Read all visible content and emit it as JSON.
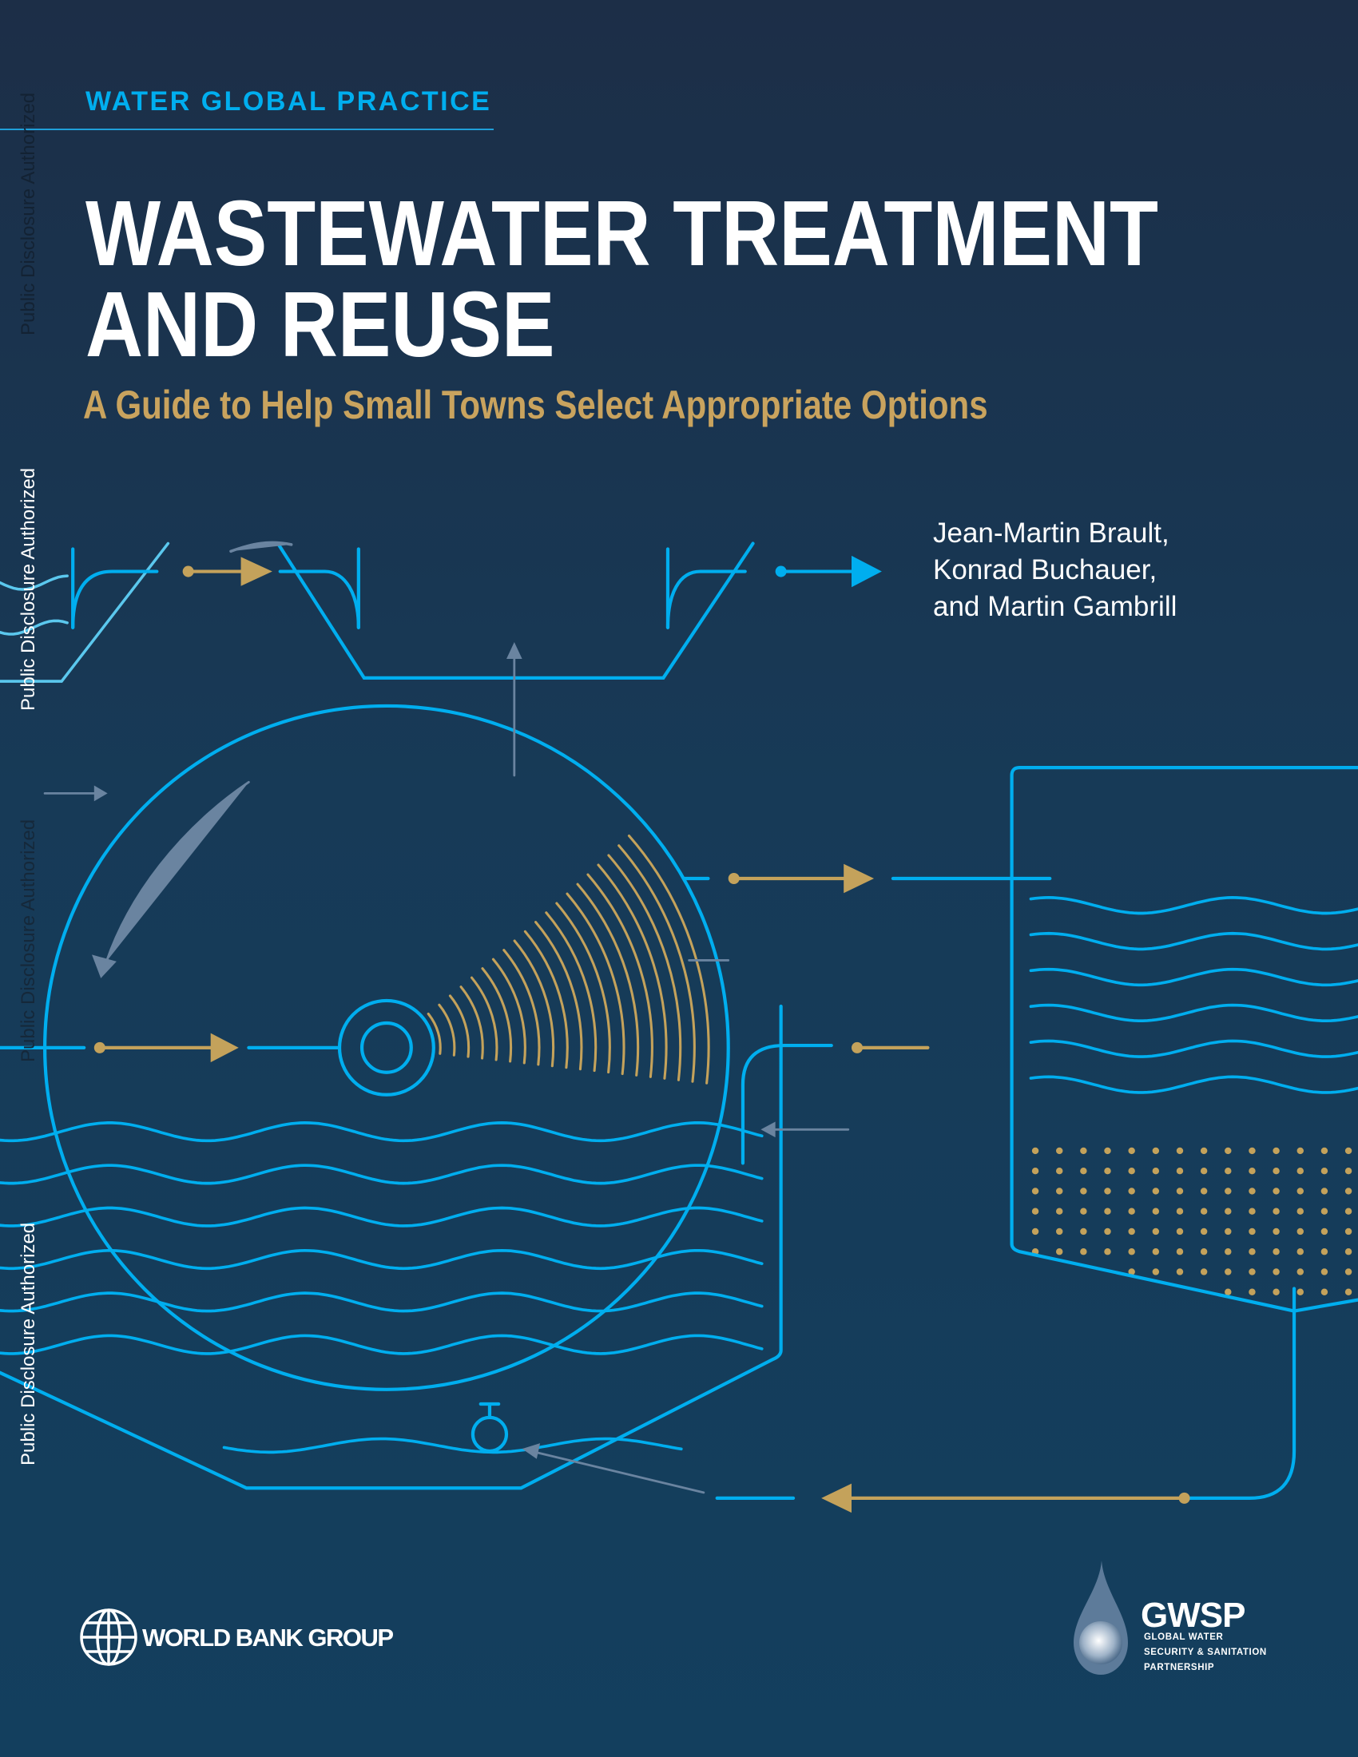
{
  "series_label": "WATER GLOBAL PRACTICE",
  "title_line1": "WASTEWATER TREATMENT",
  "title_line2": "AND REUSE",
  "subtitle": "A Guide to Help Small Towns Select Appropriate Options",
  "authors": [
    "Jean-Martin Brault,",
    "Konrad Buchauer,",
    "and Martin Gambrill"
  ],
  "disclosure_stamps": [
    "Public Disclosure Authorized",
    "Public Disclosure Authorized",
    "Public Disclosure Authorized",
    "Public Disclosure Authorized"
  ],
  "logos": {
    "world_bank": "WORLD BANK GROUP",
    "gwsp": "GWSP",
    "gwsp_lines": [
      "GLOBAL WATER",
      "SECURITY & SANITATION",
      "PARTNERSHIP"
    ]
  },
  "colors": {
    "background_top": "#1c2e47",
    "background_bottom": "#133f5e",
    "blue": "#00aeef",
    "gold": "#c4a25b",
    "slate": "#6a84a0"
  }
}
